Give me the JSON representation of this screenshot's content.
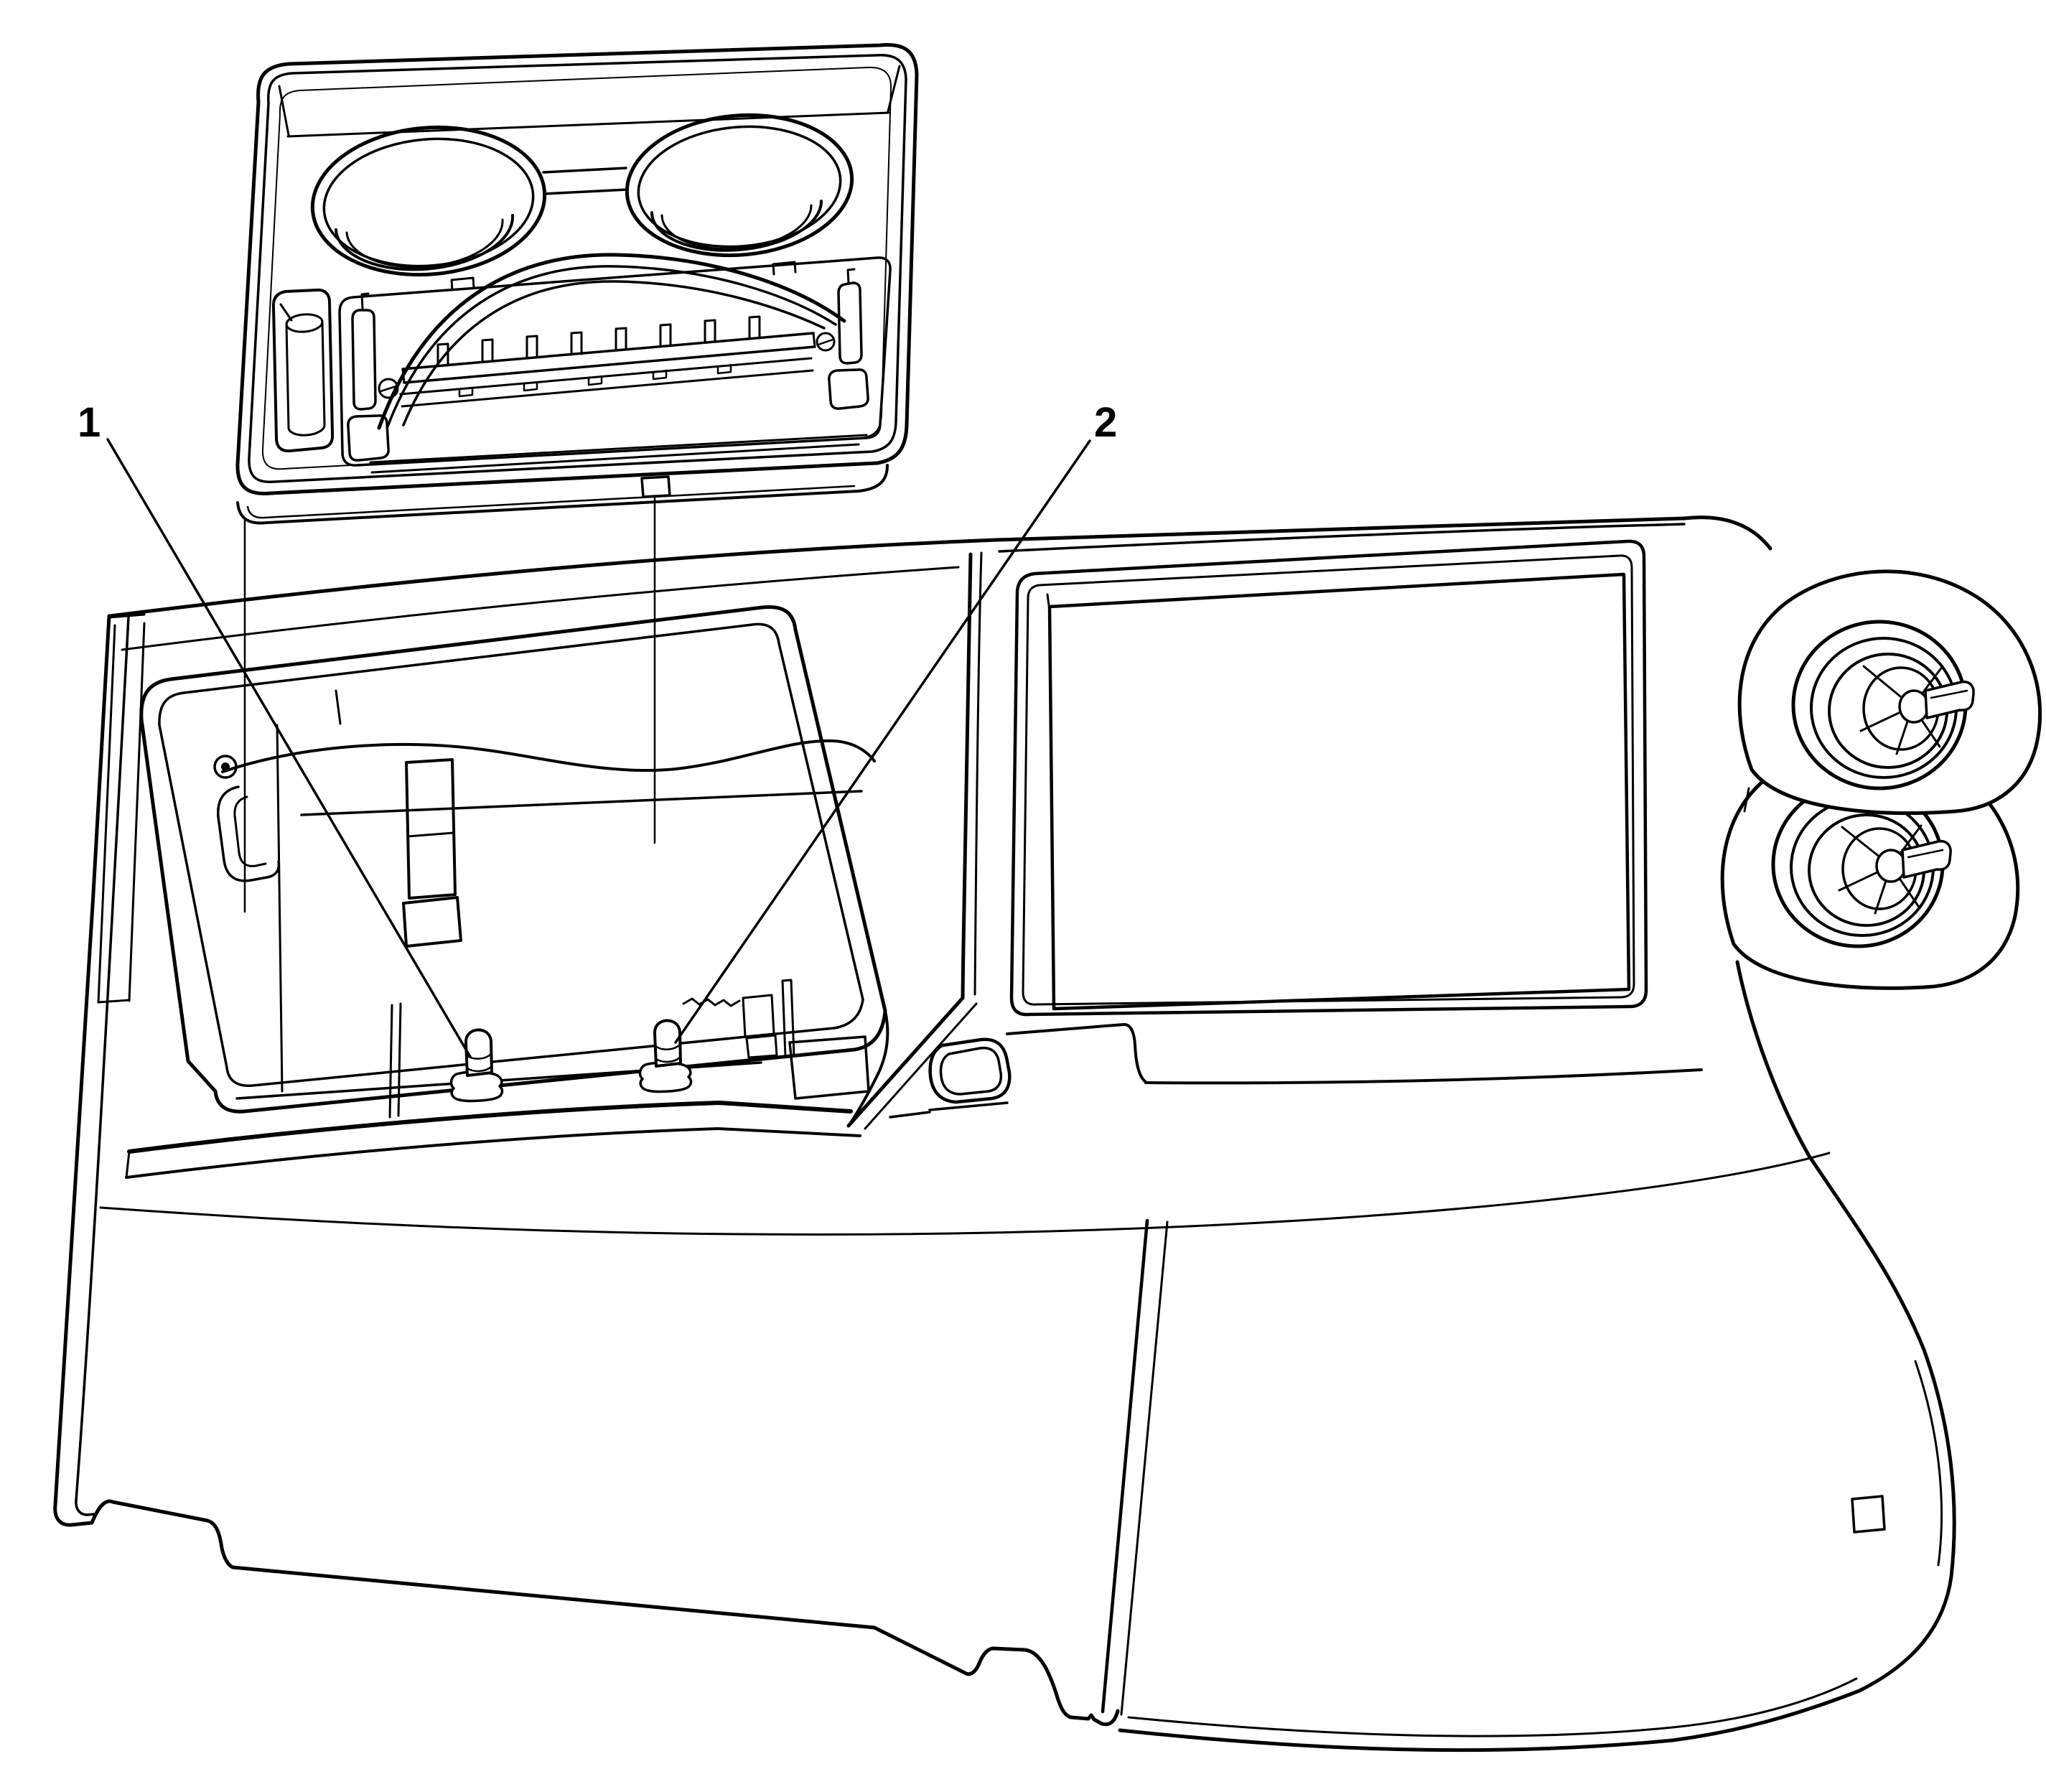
{
  "figure": {
    "kind": "technical-line-illustration",
    "subject": "Center console with front cup holder tray removed, showing retainer locations",
    "background_color": "#ffffff",
    "ink_color": "#000000"
  },
  "callouts": [
    {
      "label": "1",
      "points_to": "push-pin-retainer-left"
    },
    {
      "label": "2",
      "points_to": "push-pin-retainer-right"
    }
  ],
  "parts": [
    "cup-holder-tray-assembly",
    "cup-well-left",
    "cup-well-right",
    "coin-pocket",
    "lid-roller-mechanism",
    "console-body",
    "console-bin-opening",
    "display-screen-bezel",
    "air-vent-upper",
    "air-vent-lower",
    "grab-handle-cutout",
    "push-pin-retainer-left",
    "push-pin-retainer-right"
  ]
}
